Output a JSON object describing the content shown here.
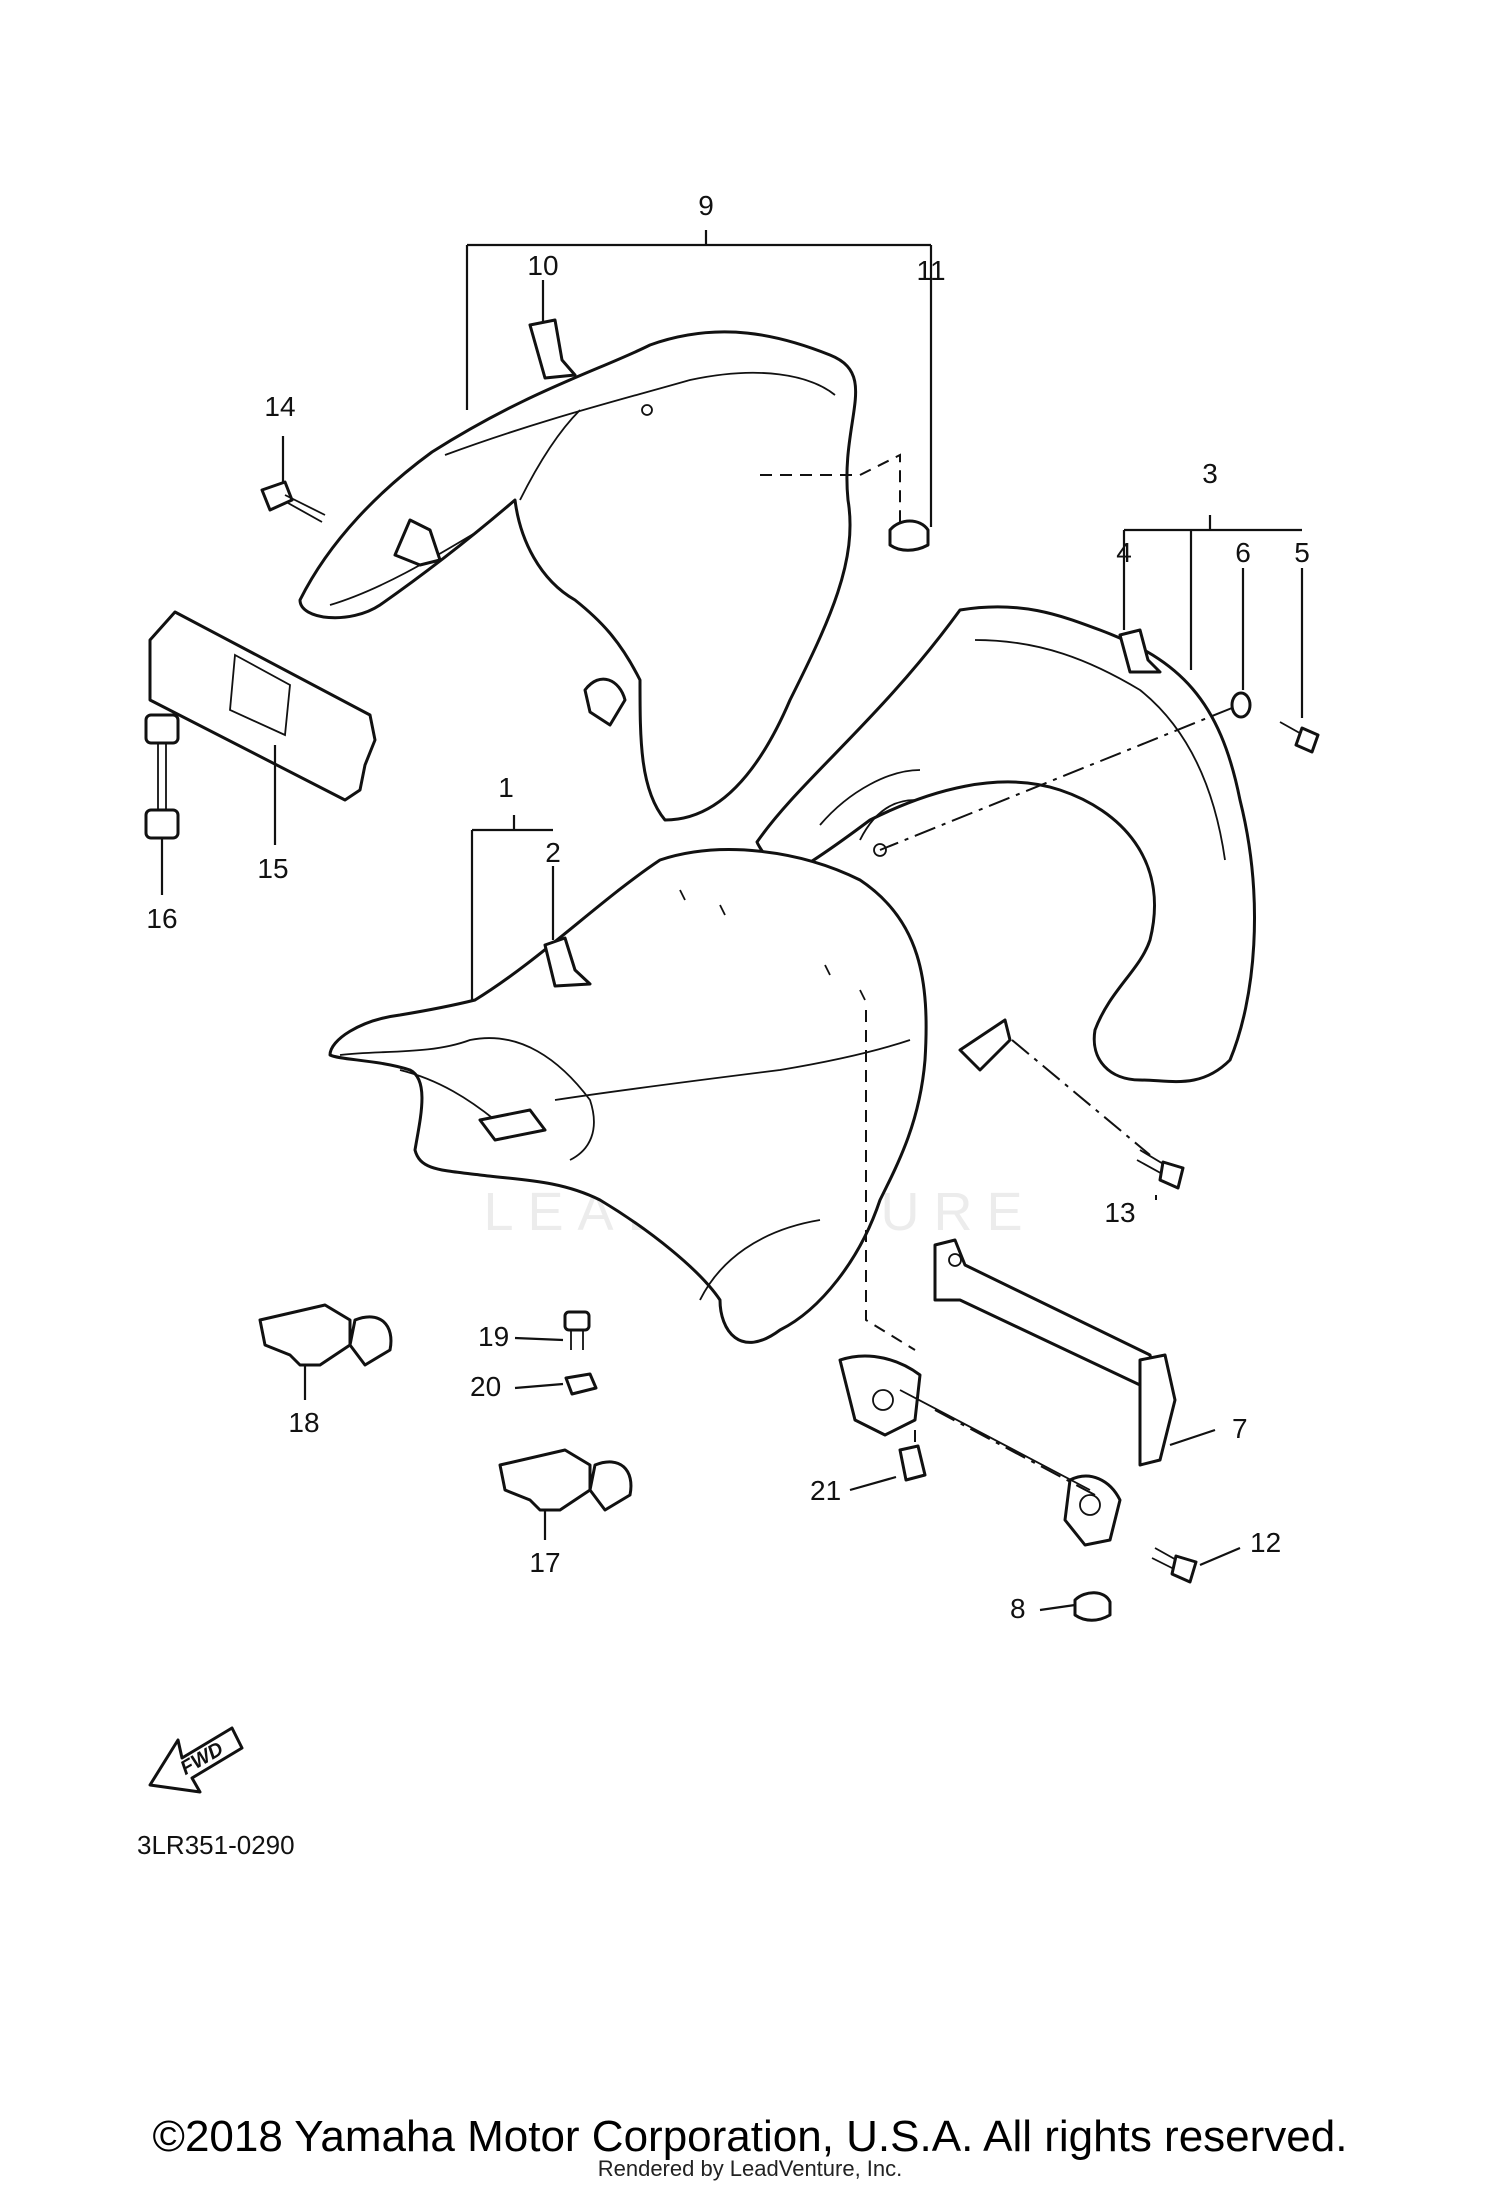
{
  "callouts": [
    {
      "id": "1",
      "text": "1"
    },
    {
      "id": "2",
      "text": "2"
    },
    {
      "id": "3",
      "text": "3"
    },
    {
      "id": "4",
      "text": "4"
    },
    {
      "id": "5",
      "text": "5"
    },
    {
      "id": "6",
      "text": "6"
    },
    {
      "id": "7",
      "text": "7"
    },
    {
      "id": "8",
      "text": "8"
    },
    {
      "id": "9",
      "text": "9"
    },
    {
      "id": "10",
      "text": "10"
    },
    {
      "id": "11",
      "text": "11"
    },
    {
      "id": "12",
      "text": "12"
    },
    {
      "id": "13",
      "text": "13"
    },
    {
      "id": "14",
      "text": "14"
    },
    {
      "id": "15",
      "text": "15"
    },
    {
      "id": "16",
      "text": "16"
    },
    {
      "id": "17",
      "text": "17"
    },
    {
      "id": "18",
      "text": "18"
    },
    {
      "id": "19",
      "text": "19"
    },
    {
      "id": "20",
      "text": "20"
    },
    {
      "id": "21",
      "text": "21"
    }
  ],
  "direction_arrow": {
    "text": "FWD",
    "icon": "fwd-arrow-icon"
  },
  "diagram_code": "3LR351-0290",
  "watermark": {
    "text": "LEADVENTURE",
    "icon": "leadventure-logo-icon"
  },
  "footer": {
    "copyright": "©2018 Yamaha Motor Corporation, U.S.A. All rights reserved.",
    "rendered_by": "Rendered by LeadVenture, Inc."
  }
}
